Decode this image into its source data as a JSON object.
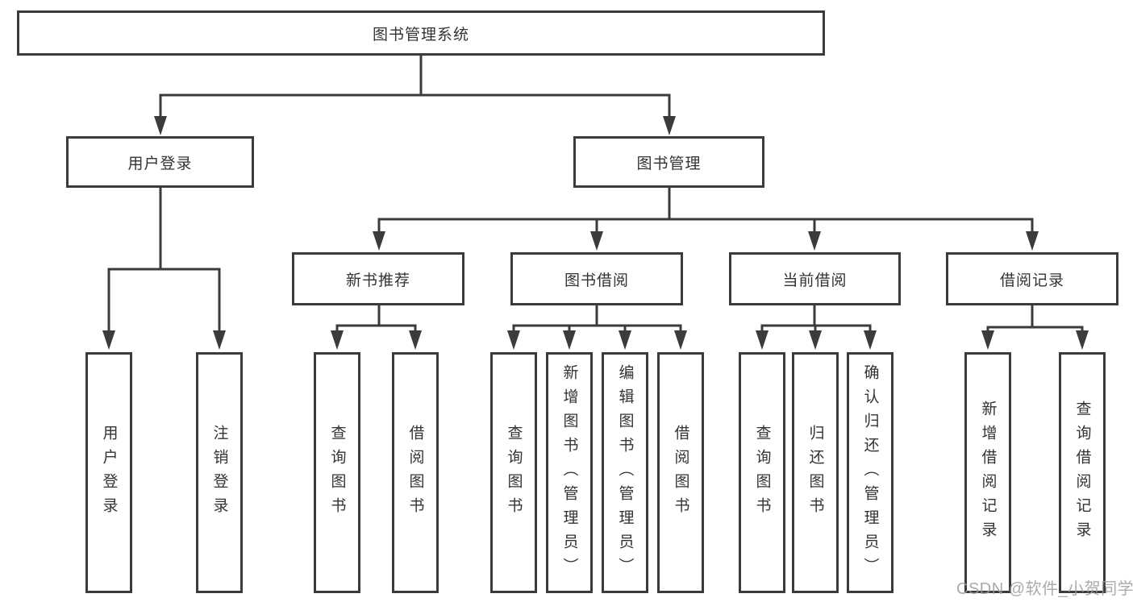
{
  "colors": {
    "background": "#ffffff",
    "line": "#3b3b3b",
    "text": "#333333",
    "watermark": "#9c9c9c"
  },
  "diagram": {
    "root": {
      "label": "图书管理系统"
    },
    "branches": [
      {
        "label": "用户登录",
        "children": [
          {
            "label": "用户登录"
          },
          {
            "label": "注销登录"
          }
        ]
      },
      {
        "label": "图书管理",
        "children": [
          {
            "label": "新书推荐",
            "children": [
              {
                "label": "查询图书"
              },
              {
                "label": "借阅图书"
              }
            ]
          },
          {
            "label": "图书借阅",
            "children": [
              {
                "label": "查询图书"
              },
              {
                "label": "新增图书（管理员）"
              },
              {
                "label": "编辑图书（管理员）"
              },
              {
                "label": "借阅图书"
              }
            ]
          },
          {
            "label": "当前借阅",
            "children": [
              {
                "label": "查询图书"
              },
              {
                "label": "归还图书"
              },
              {
                "label": "确认归还（管理员）"
              }
            ]
          },
          {
            "label": "借阅记录",
            "children": [
              {
                "label": "新增借阅记录"
              },
              {
                "label": "查询借阅记录"
              }
            ]
          }
        ]
      }
    ]
  },
  "watermark": {
    "text": "CSDN @软件_小贺同学"
  }
}
